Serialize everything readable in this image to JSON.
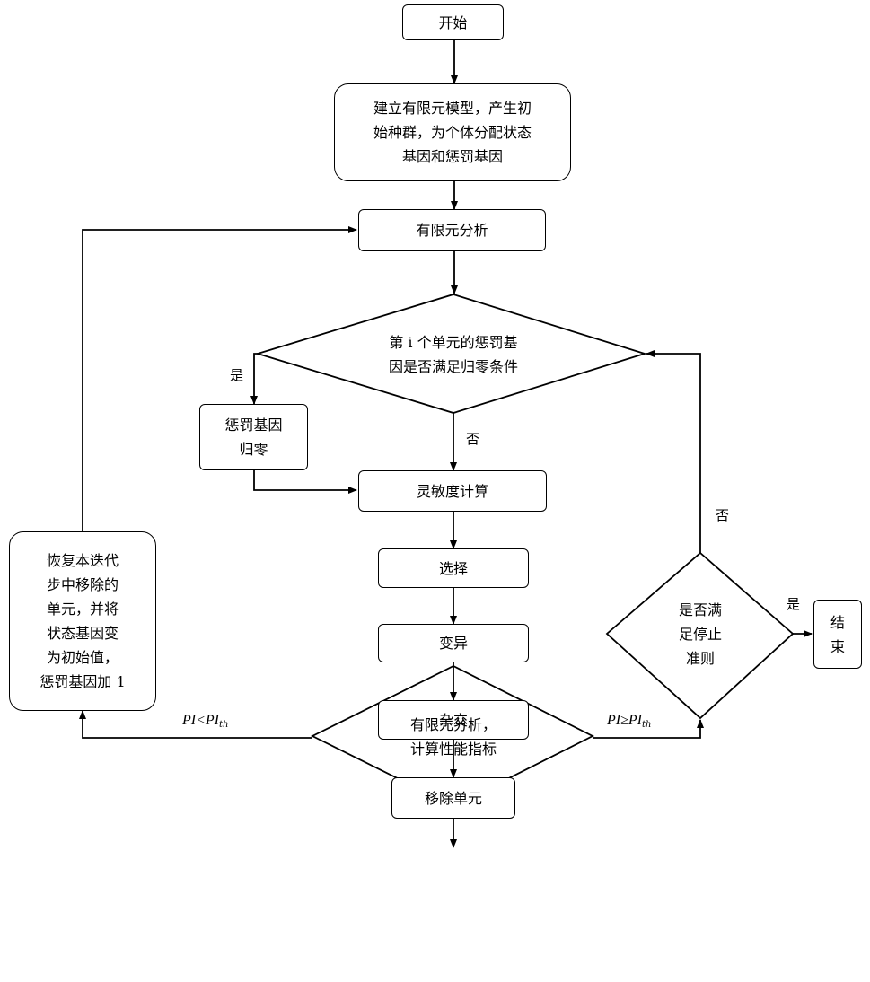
{
  "nodes": {
    "start": "开始",
    "init": [
      "建立有限元模型，产生初",
      "始种群，为个体分配状态",
      "基因和惩罚基因"
    ],
    "fea": "有限元分析",
    "decision_reset": [
      "第 i 个单元的惩罚基",
      "因是否满足归零条件"
    ],
    "reset": [
      "惩罚基因",
      "归零"
    ],
    "sensitivity": "灵敏度计算",
    "select": "选择",
    "mutate": "变异",
    "crossover": "杂交",
    "remove": "移除单元",
    "decision_pi": [
      "有限元分析，",
      "计算性能指标"
    ],
    "decision_stop": [
      "是否满",
      "足停止",
      "准则"
    ],
    "end": [
      "结",
      "束"
    ],
    "restore": [
      "恢复本迭代",
      "步中移除的",
      "单元，并将",
      "状态基因变",
      "为初始值，",
      "惩罚基因加 1"
    ]
  },
  "labels": {
    "yes_reset": "是",
    "no_reset": "否",
    "no_stop": "否",
    "yes_stop": "是",
    "pi_less": {
      "a": "PI",
      "op": "<",
      "b": "PI",
      "sub": "th"
    },
    "pi_geq": {
      "a": "PI",
      "op": "≥",
      "b": "PI",
      "sub": "th"
    }
  }
}
